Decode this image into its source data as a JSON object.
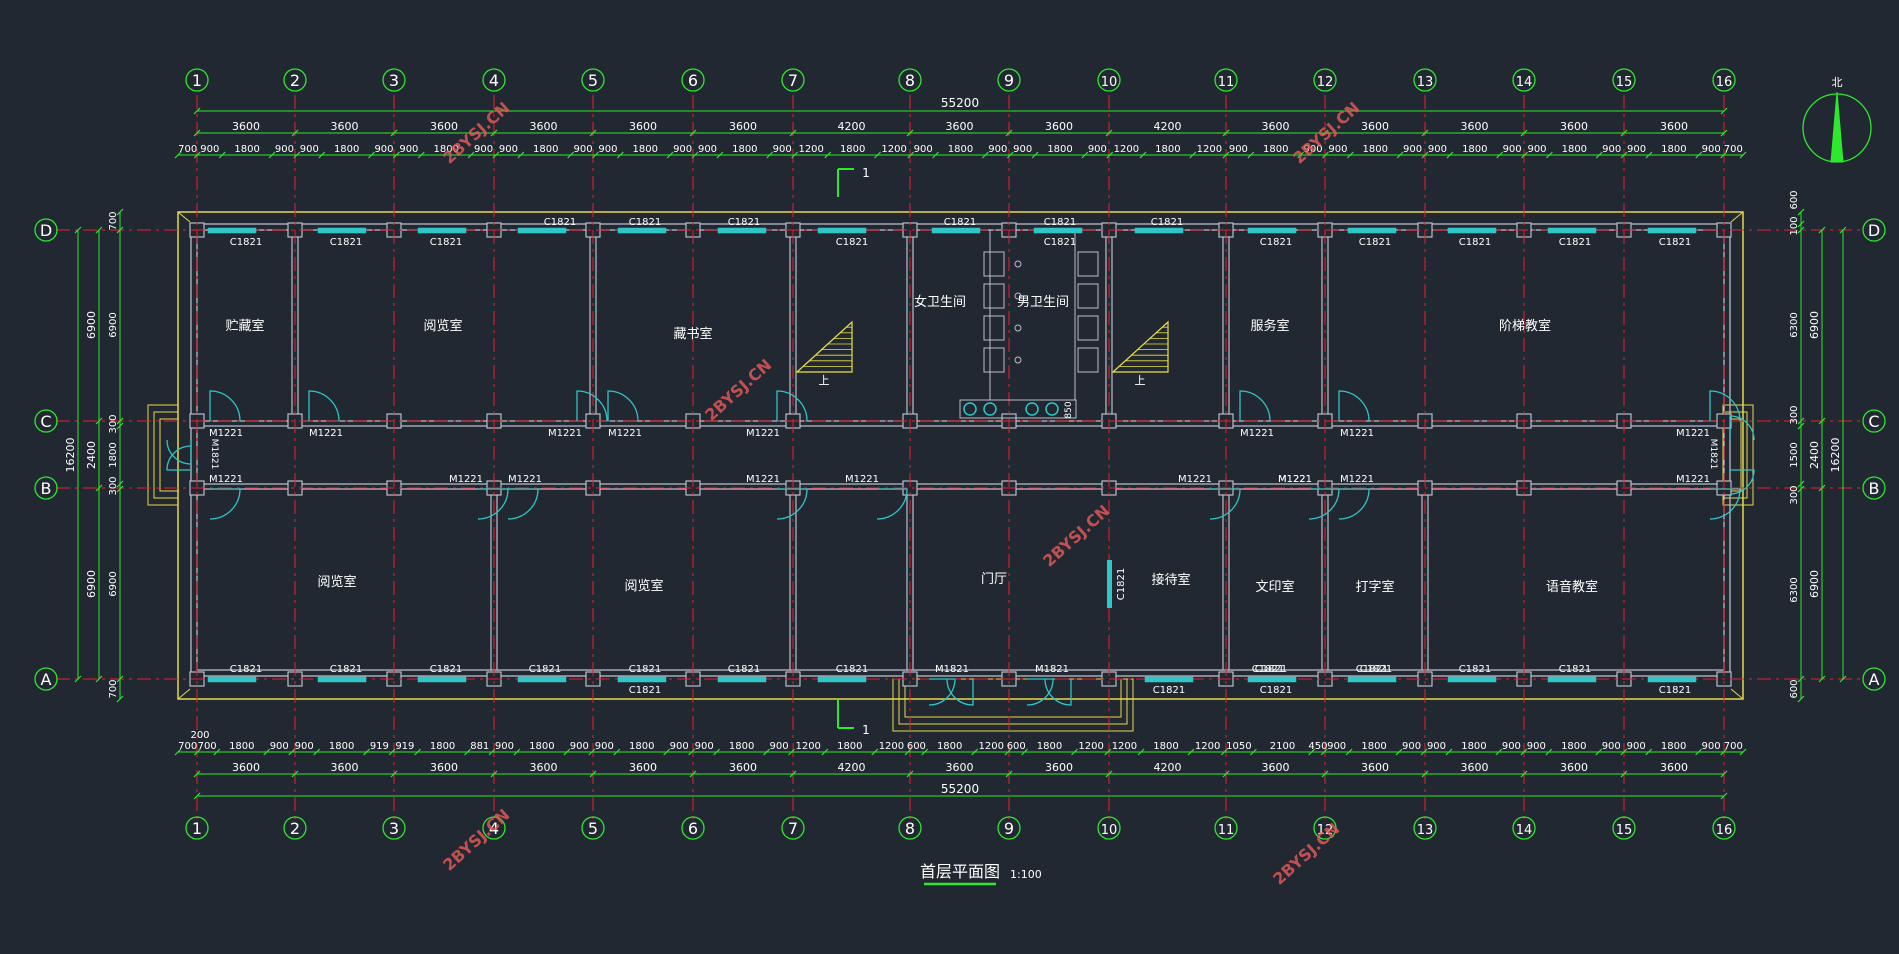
{
  "drawing": {
    "title": "首层平面图",
    "scale": "1:100",
    "north_label": "北",
    "section_mark": "1",
    "stair_label": "上"
  },
  "grid": {
    "columns": [
      "1",
      "2",
      "3",
      "4",
      "5",
      "6",
      "7",
      "8",
      "9",
      "10",
      "11",
      "12",
      "13",
      "14",
      "15",
      "16"
    ],
    "rows": [
      "D",
      "C",
      "B",
      "A"
    ]
  },
  "dimensions": {
    "overall": "55200",
    "top_bays": [
      "3600",
      "3600",
      "3600",
      "3600",
      "3600",
      "3600",
      "4200",
      "3600",
      "3600",
      "4200",
      "3600",
      "3600",
      "3600",
      "3600",
      "3600"
    ],
    "top_detail": [
      "700",
      "900",
      "1800",
      "900",
      "900",
      "1800",
      "900",
      "900",
      "1800",
      "900",
      "900",
      "1800",
      "900",
      "900",
      "1800",
      "900",
      "900",
      "1800",
      "900",
      "1200",
      "1800",
      "1200",
      "900",
      "1800",
      "900",
      "900",
      "1800",
      "900",
      "1200",
      "1800",
      "1200",
      "900",
      "1800",
      "900",
      "900",
      "1800",
      "900",
      "900",
      "1800",
      "900",
      "900",
      "1800",
      "900",
      "900",
      "1800",
      "900",
      "700"
    ],
    "bottom_detail": [
      "700",
      "700",
      "1800",
      "900",
      "900",
      "1800",
      "919",
      "919",
      "1800",
      "881",
      "900",
      "1800",
      "900",
      "900",
      "1800",
      "900",
      "900",
      "1800",
      "900",
      "1200",
      "1800",
      "1200",
      "600",
      "1800",
      "1200",
      "600",
      "1800",
      "1200",
      "1200",
      "1800",
      "1200",
      "1050",
      "2100",
      "450",
      "900",
      "1800",
      "900",
      "900",
      "1800",
      "900",
      "900",
      "1800",
      "900",
      "900",
      "1800",
      "900",
      "700"
    ],
    "bottom_extra": "200",
    "bottom_bays": [
      "3600",
      "3600",
      "3600",
      "3600",
      "3600",
      "3600",
      "4200",
      "3600",
      "3600",
      "4200",
      "3600",
      "3600",
      "3600",
      "3600",
      "3600"
    ],
    "left_outer": "16200",
    "left_mid": [
      "6900",
      "2400",
      "6900"
    ],
    "left_inner": [
      "700",
      "6900",
      "300",
      "1800",
      "300",
      "6900",
      "700"
    ],
    "right_outer": "16200",
    "right_mid": [
      "6900",
      "2400",
      "6900"
    ],
    "right_inner": [
      "600",
      "100",
      "6300",
      "300",
      "1500",
      "300",
      "6300",
      "600"
    ],
    "stair_dim": "850",
    "lobby_window": "C1821"
  },
  "rooms": [
    {
      "name": "贮藏室"
    },
    {
      "name": "阅览室"
    },
    {
      "name": "藏书室"
    },
    {
      "name": "女卫生间"
    },
    {
      "name": "男卫生间"
    },
    {
      "name": "服务室"
    },
    {
      "name": "阶梯教室"
    },
    {
      "name": "阅览室"
    },
    {
      "name": "阅览室"
    },
    {
      "name": "门厅"
    },
    {
      "name": "接待室"
    },
    {
      "name": "文印室"
    },
    {
      "name": "打字室"
    },
    {
      "name": "语音教室"
    }
  ],
  "windows_top_outer": [
    "C1821",
    "C1821",
    "C1821"
  ],
  "windows_top_inner": [
    "C1821",
    "C1821",
    "C1821",
    "C1821",
    "C1821",
    "C1821",
    "C1821",
    "C1821",
    "C1821",
    "C1821",
    "C1821",
    "C1821",
    "C1821"
  ],
  "windows_bottom_inner": [
    "C1821",
    "C1821",
    "C1821",
    "C1821",
    "C1821",
    "C1821",
    "C1821",
    "C1821",
    "C1821",
    "C1821",
    "C1821",
    "C1821",
    "C1821"
  ],
  "windows_bottom_outer": [
    "C1821",
    "C1821",
    "C1821",
    "C1821"
  ],
  "doors_upper": [
    "M1221",
    "M1221",
    "M1221",
    "M1221",
    "M1221",
    "M1221",
    "M1221",
    "M1221"
  ],
  "doors_lower": [
    "M1221",
    "M1221",
    "M1221",
    "M1221",
    "M1221",
    "M1221",
    "M1221",
    "M1221",
    "M1221",
    "M1221"
  ],
  "doors_end": [
    "M1821",
    "M1821"
  ],
  "doors_entrance": [
    "M1821",
    "M1821"
  ],
  "watermarks": [
    "2BYSJ.CN",
    "2BYSJ.CN",
    "2BYSJ.CN",
    "2BYSJ.CN",
    "2BYSJ.CN",
    "2BYSJ.CN"
  ],
  "colors": {
    "background": "#222832",
    "wall": "#b9bdc8",
    "grid": "#e8202a",
    "dim": "#2ee82e",
    "label": "#ffffff",
    "outline": "#e8d84a",
    "glass": "#2ec6c6",
    "watermark": "#e85a5a"
  }
}
